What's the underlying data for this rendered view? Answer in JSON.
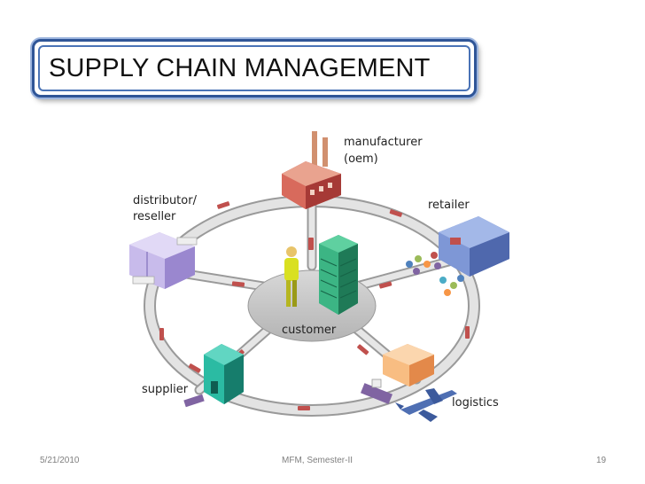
{
  "slide": {
    "title": "SUPPLY CHAIN MANAGEMENT"
  },
  "diagram": {
    "labels": {
      "manufacturer_line1": "manufacturer",
      "manufacturer_line2": "(oem)",
      "retailer": "retailer",
      "distributor_line1": "distributor/",
      "distributor_line2": "reseller",
      "customer": "customer",
      "supplier": "supplier",
      "logistics": "logistics"
    },
    "icons": [
      "factory-icon",
      "store-icon",
      "warehouse-icon",
      "person-icon",
      "office-building-icon",
      "supplier-building-icon",
      "truck-icon",
      "airplane-icon",
      "shopping-crowd-icon"
    ]
  },
  "footer": {
    "date": "5/21/2010",
    "course": "MFM, Semester-II",
    "page": "19"
  }
}
